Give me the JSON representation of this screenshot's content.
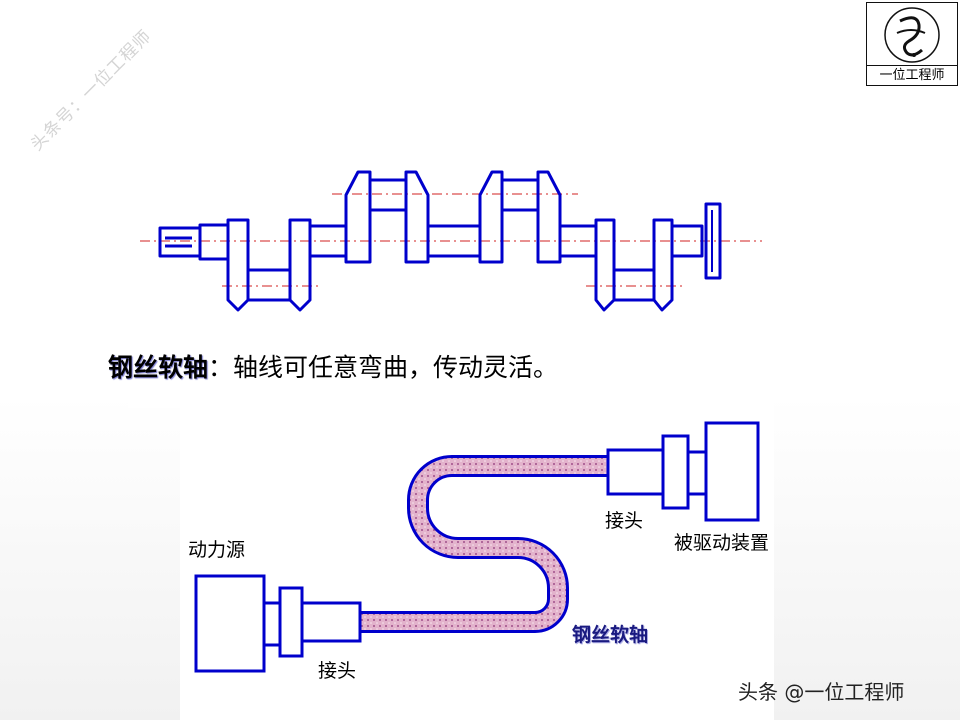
{
  "watermark": "头条号：一位工程师",
  "logo": {
    "label": "一位工程师",
    "icon": "cable-knot-logo-icon"
  },
  "caption": {
    "term": "钢丝软轴",
    "separator": "：",
    "description": "轴线可任意弯曲，传动灵活。"
  },
  "diagram_labels": {
    "power_source": "动力源",
    "joint_left": "接头",
    "joint_right": "接头",
    "driven_device": "被驱动装置",
    "shaft": "钢丝软轴"
  },
  "credit": "头条 @一位工程师",
  "colors": {
    "line": "#0000cc",
    "hose": "#e3b3cc",
    "centerline": "#d02020"
  }
}
